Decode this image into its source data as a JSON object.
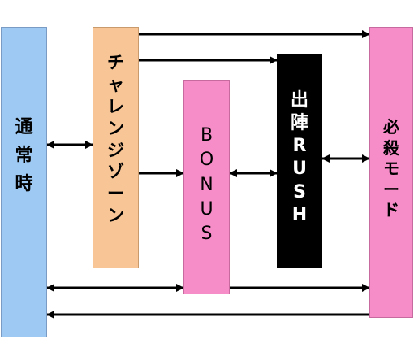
{
  "nodes": {
    "normal": {
      "label": "通常時",
      "fill": "#9ec9f3",
      "border": "#7a9cc4",
      "text_color": "#000000"
    },
    "challenge": {
      "label": "チャレンジゾーン",
      "fill": "#f7c596",
      "border": "#c99a6c",
      "text_color": "#000000"
    },
    "bonus": {
      "label": "BONUS",
      "fill": "#f68cc8",
      "border": "#c76aa0",
      "text_color": "#000000"
    },
    "rush": {
      "label": "出陣RUSH",
      "fill": "#000000",
      "border": "#000000",
      "text_color": "#ffffff"
    },
    "hissatsu": {
      "label": "必殺モード",
      "fill": "#f68cc8",
      "border": "#c76aa0",
      "text_color": "#000000"
    }
  },
  "edges": [
    {
      "from": "normal",
      "to": "challenge",
      "direction": "both"
    },
    {
      "from": "challenge",
      "to": "hissatsu",
      "direction": "forward"
    },
    {
      "from": "challenge",
      "to": "rush",
      "direction": "forward"
    },
    {
      "from": "challenge",
      "to": "bonus",
      "direction": "forward"
    },
    {
      "from": "bonus",
      "to": "rush",
      "direction": "both"
    },
    {
      "from": "rush",
      "to": "hissatsu",
      "direction": "both"
    },
    {
      "from": "normal",
      "to": "bonus",
      "direction": "both"
    },
    {
      "from": "bonus",
      "to": "hissatsu",
      "direction": "forward"
    },
    {
      "from": "hissatsu",
      "to": "normal",
      "direction": "forward"
    }
  ],
  "colors": {
    "arrow": "#000000",
    "background": "#ffffff"
  }
}
